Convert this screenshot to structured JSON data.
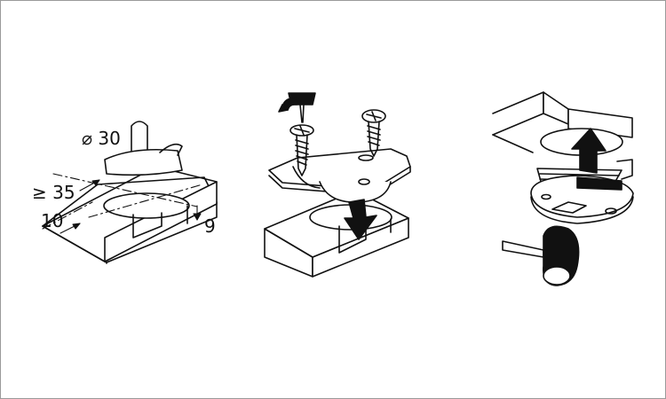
{
  "diagram": {
    "steps": [
      {
        "id": "step-1-drill",
        "labels": {
          "diameter": "⌀ 30",
          "edge_distance": "≥ 35",
          "offset": "10",
          "depth": "9"
        }
      },
      {
        "id": "step-2-screw"
      },
      {
        "id": "step-3-remove"
      }
    ]
  },
  "colors": {
    "stroke": "#111111",
    "fill": "#ffffff",
    "frame": "#9a9a9a"
  }
}
